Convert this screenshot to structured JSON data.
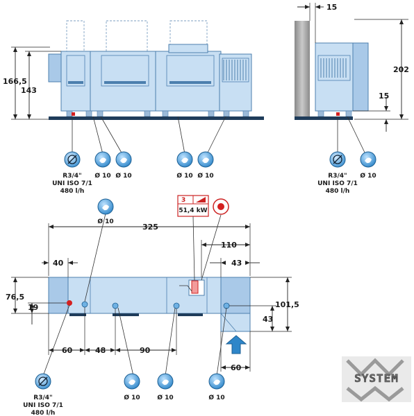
{
  "front_view": {
    "dims": {
      "overall_height": "166,5",
      "body_height": "143"
    },
    "connections": [
      {
        "label": "R3/4\"",
        "standard": "UNI ISO 7/1",
        "flow": "480 l/h",
        "kind": "water-inlet"
      },
      {
        "label": "Ø 10",
        "kind": "drain"
      },
      {
        "label": "Ø 10",
        "kind": "drain"
      },
      {
        "label": "Ø 10",
        "kind": "drain"
      },
      {
        "label": "Ø 10",
        "kind": "drain"
      }
    ]
  },
  "side_view": {
    "dims": {
      "wall_offset": "15",
      "total_height": "202",
      "drain_height": "15"
    },
    "connections": [
      {
        "label": "R3/4\"",
        "standard": "UNI ISO 7/1",
        "flow": "480 l/h",
        "kind": "water-inlet"
      },
      {
        "label": "Ø 10",
        "kind": "drain"
      }
    ]
  },
  "top_view": {
    "dims": {
      "overall_length": "325",
      "right_section": "110",
      "left_offset": "40",
      "right_offset": "43",
      "depth_left": "76,5",
      "inlet_offset": "19",
      "depth_right": "101,5",
      "lower_right": "43",
      "seg1": "60",
      "seg2": "48",
      "seg3": "90",
      "right_base": "60"
    },
    "electrical": {
      "phases": "3",
      "power": "51,4 kW"
    },
    "connections": [
      {
        "label": "Ø 10",
        "kind": "drain-top"
      },
      {
        "label": "R3/4\"",
        "standard": "UNI ISO 7/1",
        "flow": "480 l/h",
        "kind": "water-inlet"
      },
      {
        "label": "Ø 10",
        "kind": "drain"
      },
      {
        "label": "Ø 10",
        "kind": "drain"
      },
      {
        "label": "Ø 10",
        "kind": "drain"
      }
    ]
  },
  "watermark": {
    "brand": "SYSTEM"
  },
  "colors": {
    "machine": "#c8dff3",
    "outline": "#4c7fae",
    "inlet": "#d42020",
    "icon": "#2e86c9"
  }
}
